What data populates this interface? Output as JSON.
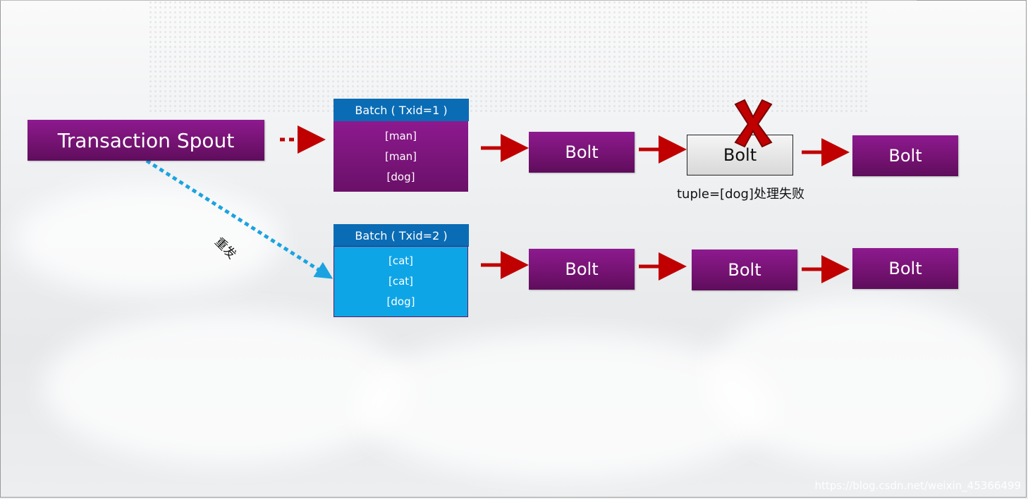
{
  "spout": {
    "label": "Transaction Spout"
  },
  "batches": [
    {
      "header": "Batch ( Txid=1 )",
      "items": [
        "[man]",
        "[man]",
        "[dog]"
      ]
    },
    {
      "header": "Batch ( Txid=2 )",
      "items": [
        "[cat]",
        "[cat]",
        "[dog]"
      ]
    }
  ],
  "row1": {
    "bolts": [
      "Bolt",
      "Bolt",
      "Bolt"
    ]
  },
  "row2": {
    "bolts": [
      "Bolt",
      "Bolt",
      "Bolt"
    ]
  },
  "failure_caption": "tuple=[dog]处理失败",
  "resend_label": "重发",
  "watermark": "https://blog.csdn.net/weixin_45366499",
  "colors": {
    "node_purple": "#7a137a",
    "batch_header_blue": "#0a6cb5",
    "batch_body_blue": "#0ea5e6",
    "arrow_red": "#c00000",
    "resend_arrow": "#1aa3e0",
    "fail_mark": "#c00000"
  }
}
